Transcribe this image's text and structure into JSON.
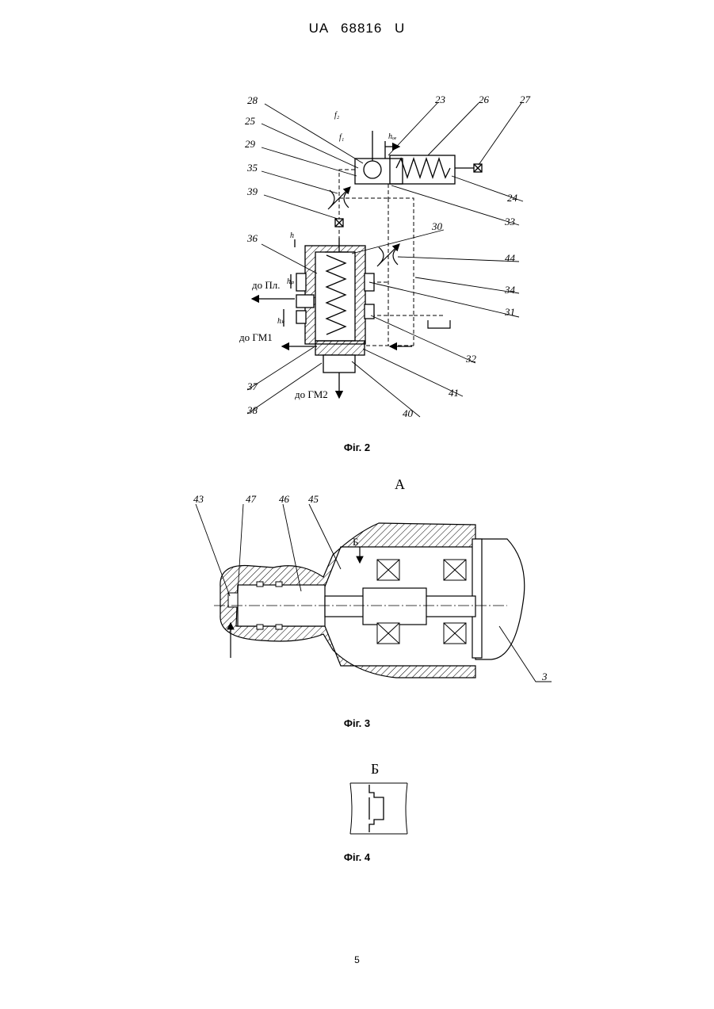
{
  "header": {
    "doc_id": "UA   68816   U"
  },
  "figure2": {
    "caption": "Фіг. 2",
    "labels": [
      "28",
      "25",
      "29",
      "35",
      "39",
      "36",
      "23",
      "26",
      "27",
      "24",
      "33",
      "30",
      "44",
      "34",
      "31",
      "32",
      "41",
      "40",
      "37",
      "38"
    ],
    "symbols": {
      "f2": "f₂",
      "f1": "f₁",
      "hoe": "hₒₑ",
      "h": "h",
      "hp": "hₚ",
      "hk": "hₖ"
    },
    "ports": {
      "pl": "до Пл.",
      "gm1": "до ГМ1",
      "gm2": "до ГМ2"
    }
  },
  "figure3": {
    "caption": "Фіг. 3",
    "view_label": "А",
    "section_label": "Б",
    "labels": [
      "43",
      "47",
      "46",
      "45",
      "3"
    ]
  },
  "figure4": {
    "caption": "Фіг. 4",
    "view_label": "Б"
  },
  "page_number": "5"
}
